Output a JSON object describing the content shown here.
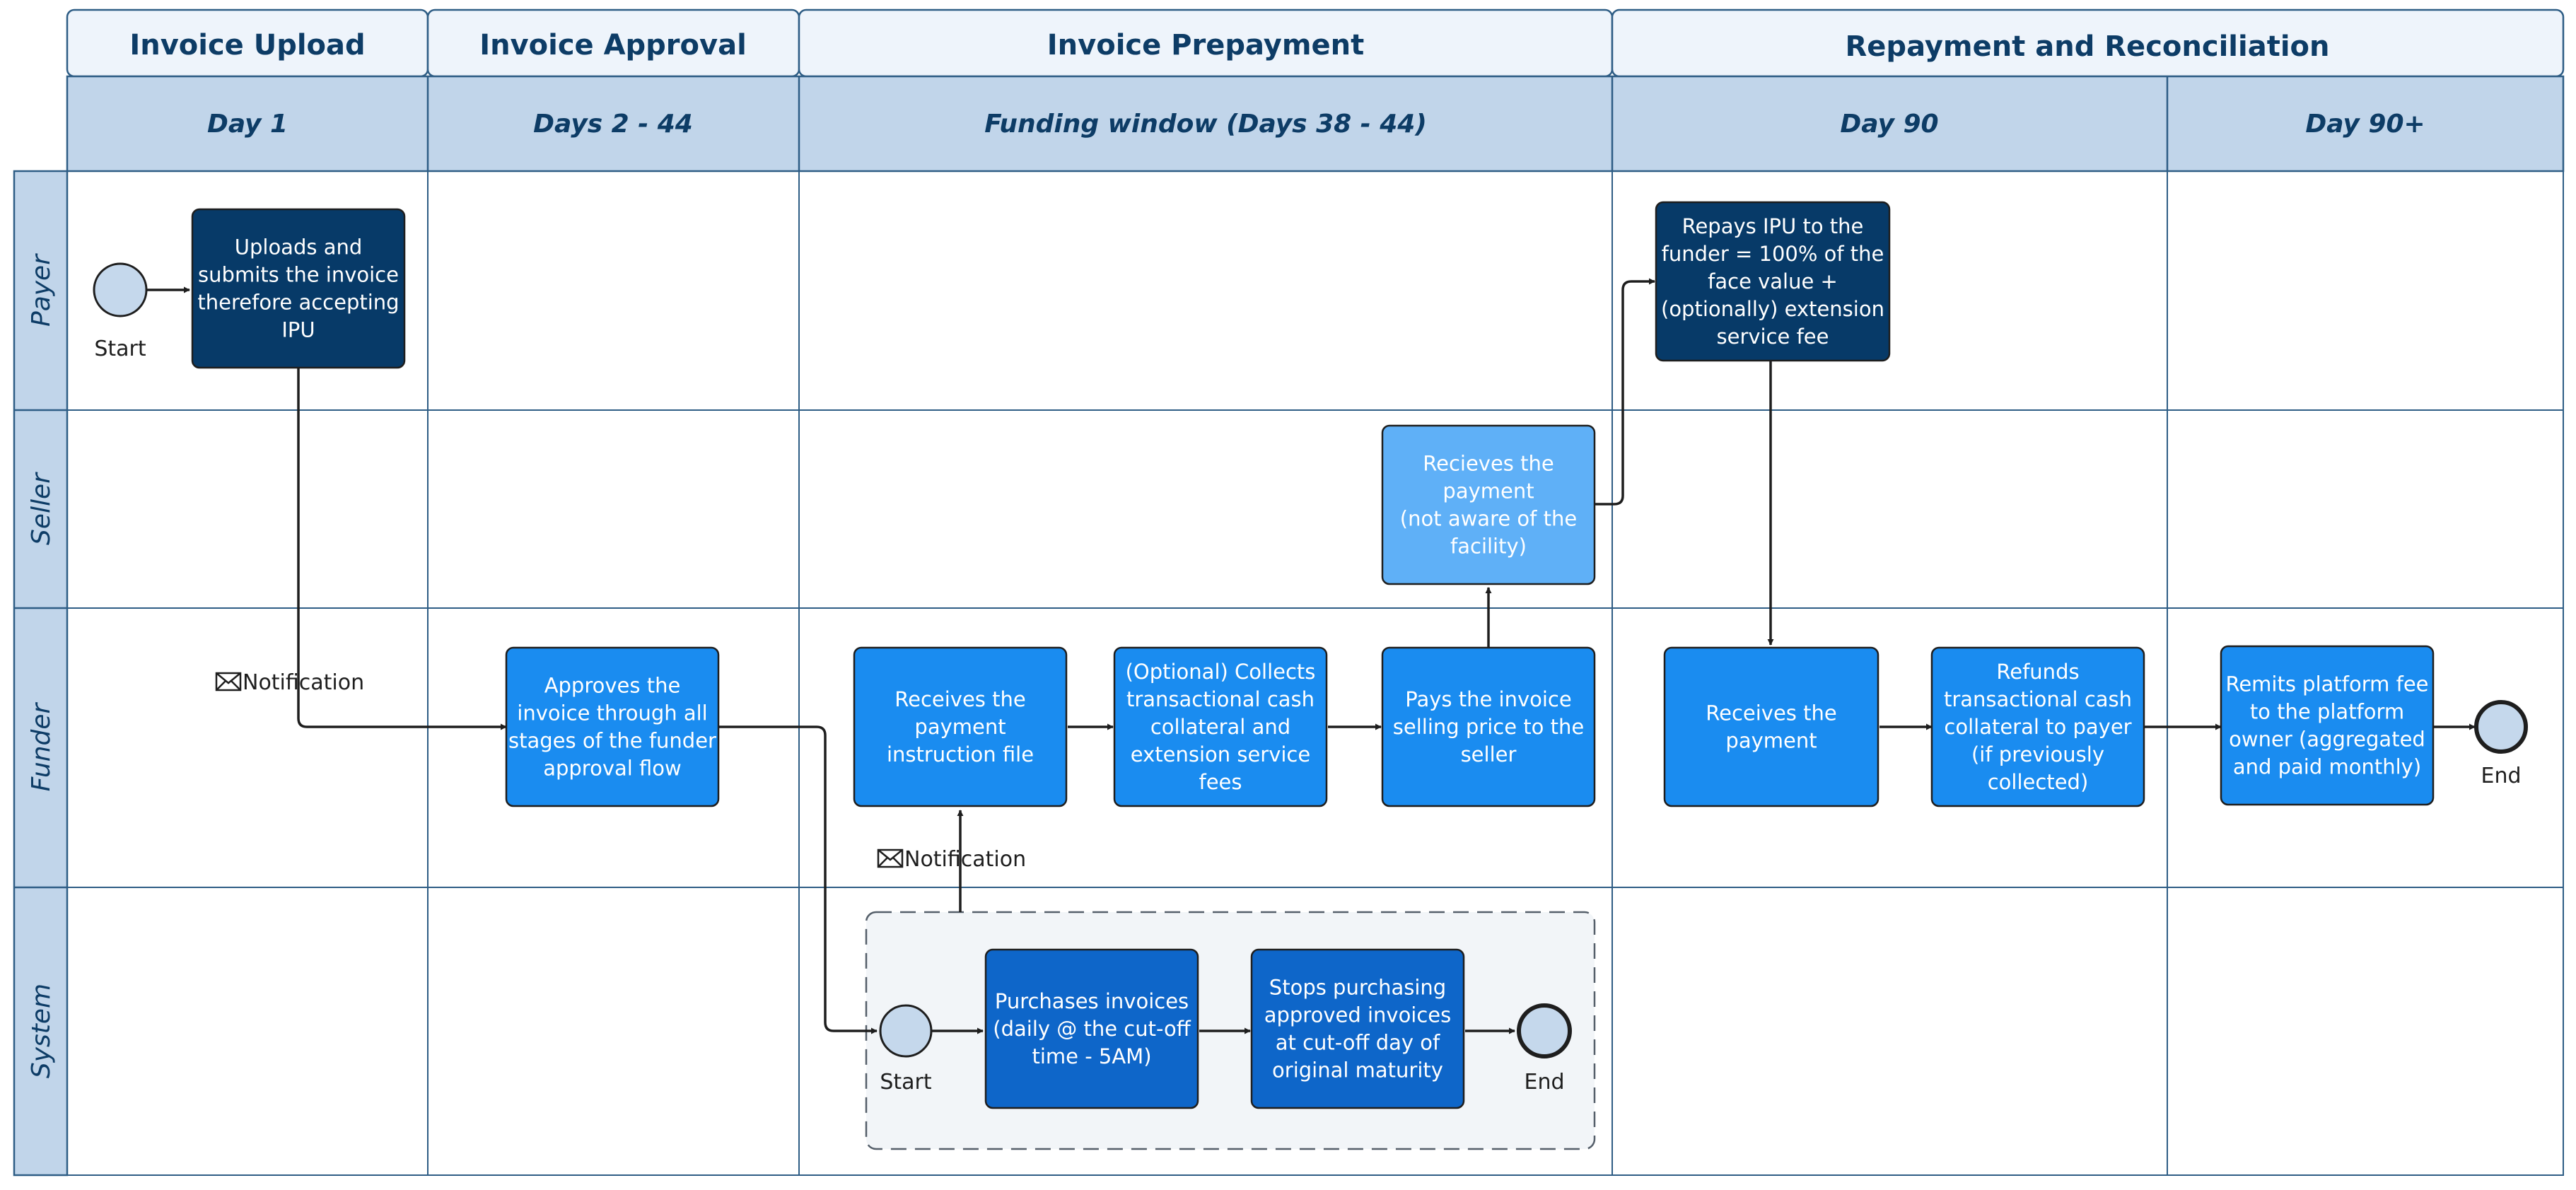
{
  "phases": [
    {
      "id": "upload",
      "label": "Invoice Upload"
    },
    {
      "id": "approval",
      "label": "Invoice Approval"
    },
    {
      "id": "prepayment",
      "label": "Invoice Prepayment"
    },
    {
      "id": "repayment",
      "label": "Repayment and Reconciliation"
    }
  ],
  "periods": [
    {
      "id": "day1",
      "label": "Day 1"
    },
    {
      "id": "days2_44",
      "label": "Days 2 - 44"
    },
    {
      "id": "funding",
      "label": "Funding window (Days 38 - 44)"
    },
    {
      "id": "day90",
      "label": "Day 90"
    },
    {
      "id": "day90plus",
      "label": "Day 90+"
    }
  ],
  "lanes": [
    {
      "id": "payer",
      "label": "Payer"
    },
    {
      "id": "seller",
      "label": "Seller"
    },
    {
      "id": "funder",
      "label": "Funder"
    },
    {
      "id": "system",
      "label": "System"
    }
  ],
  "events": [
    {
      "id": "payer-start",
      "label": "Start"
    },
    {
      "id": "funder-end",
      "label": "End"
    },
    {
      "id": "system-start",
      "label": "Start"
    },
    {
      "id": "system-end",
      "label": "End"
    }
  ],
  "tasks": [
    {
      "id": "uploads",
      "lines": [
        "Uploads and",
        "submits the invoice",
        "therefore accepting",
        "IPU"
      ],
      "style": "dark"
    },
    {
      "id": "approves",
      "lines": [
        "Approves the",
        "invoice through all",
        "stages of the funder",
        "approval flow"
      ],
      "style": "mid"
    },
    {
      "id": "receives-instruction",
      "lines": [
        "Receives the",
        "payment",
        "instruction file"
      ],
      "style": "mid"
    },
    {
      "id": "collects",
      "lines": [
        "(Optional) Collects",
        "transactional cash",
        "collateral and",
        "extension service",
        "fees"
      ],
      "style": "mid"
    },
    {
      "id": "pays",
      "lines": [
        "Pays the invoice",
        "selling price to the",
        "seller"
      ],
      "style": "mid"
    },
    {
      "id": "seller-receives",
      "lines": [
        "Recieves the",
        "payment",
        "(not aware of the",
        "facility)"
      ],
      "style": "light"
    },
    {
      "id": "repays",
      "lines": [
        "Repays IPU to the",
        "funder = 100% of the",
        "face value +",
        "(optionally) extension",
        "service fee"
      ],
      "style": "dark"
    },
    {
      "id": "funder-receives",
      "lines": [
        "Receives the",
        "payment"
      ],
      "style": "mid"
    },
    {
      "id": "refunds",
      "lines": [
        "Refunds",
        "transactional cash",
        "collateral to payer",
        "(if previously",
        "collected)"
      ],
      "style": "mid"
    },
    {
      "id": "remits",
      "lines": [
        "Remits platform fee",
        "to the platform",
        "owner (aggregated",
        "and paid monthly)"
      ],
      "style": "mid"
    },
    {
      "id": "purchases",
      "lines": [
        "Purchases invoices",
        "(daily @ the cut-off",
        "time - 5AM)"
      ],
      "style": "sys"
    },
    {
      "id": "stops",
      "lines": [
        "Stops purchasing",
        "approved invoices",
        "at cut-off day of",
        "original maturity"
      ],
      "style": "sys"
    }
  ],
  "messages": [
    {
      "id": "notification-1",
      "label": "Notification",
      "icon": "envelope-icon"
    },
    {
      "id": "notification-2",
      "label": "Notification",
      "icon": "envelope-icon"
    }
  ],
  "colors": {
    "header_fill": "#eef4fb",
    "subheader_fill": "#c1d5ea",
    "header_text": "#0d3c66",
    "border": "#2e5d85",
    "dark_task": "#073a68",
    "mid_task": "#1a8cf0",
    "light_task": "#5fb0f7",
    "sys_task": "#0e66c9",
    "event_fill": "#c5d8ec",
    "group_fill": "#f2f5f8",
    "connector": "#1e1e1e"
  }
}
